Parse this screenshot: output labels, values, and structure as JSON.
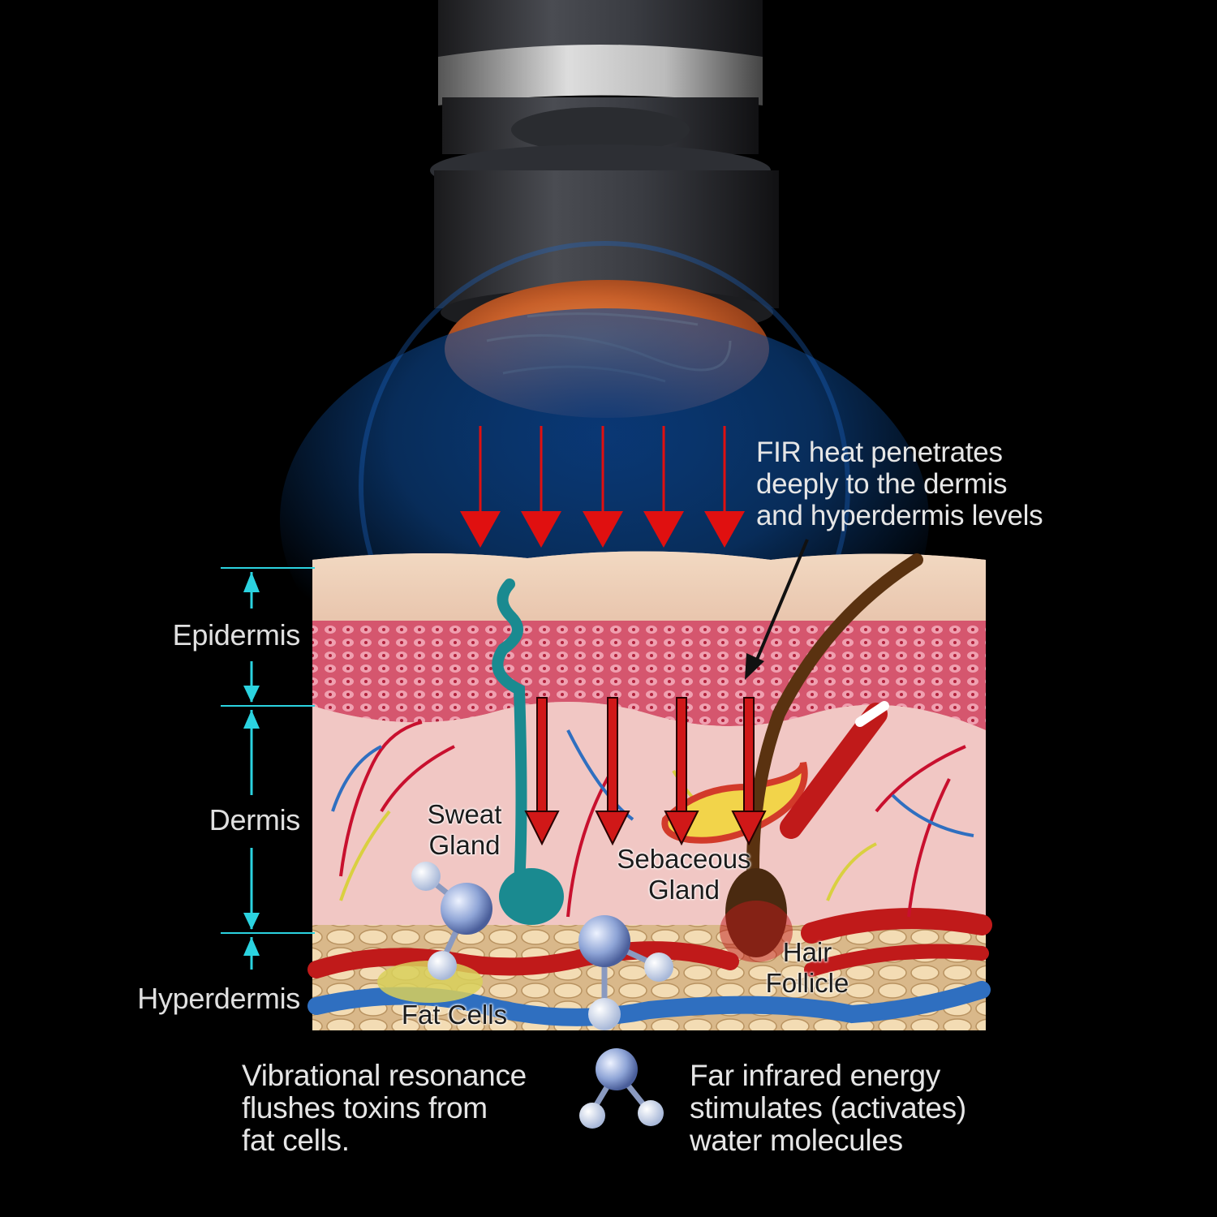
{
  "captions": {
    "fir_heat": "FIR heat penetrates\ndeeply to the dermis\nand hyperdermis levels",
    "vibrational": "Vibrational resonance\nflushes toxins from\nfat cells.",
    "far_infrared": "Far infrared energy\nstimulates (activates)\nwater molecules"
  },
  "layers": {
    "epidermis": "Epidermis",
    "dermis": "Dermis",
    "hyperdermis": "Hyperdermis"
  },
  "anatomy": {
    "sweat_gland": "Sweat\nGland",
    "sebaceous_gland": "Sebaceous\nGland",
    "hair_follicle": "Hair\nFollicle",
    "fat_cells": "Fat Cells"
  },
  "colors": {
    "background": "#000000",
    "heat_arrow": "#e01010",
    "dimension_marker": "#2bd3e0",
    "wood_head": "#c8602a"
  },
  "icons": {
    "device": "massager-device-icon",
    "molecule": "water-molecule-icon"
  }
}
